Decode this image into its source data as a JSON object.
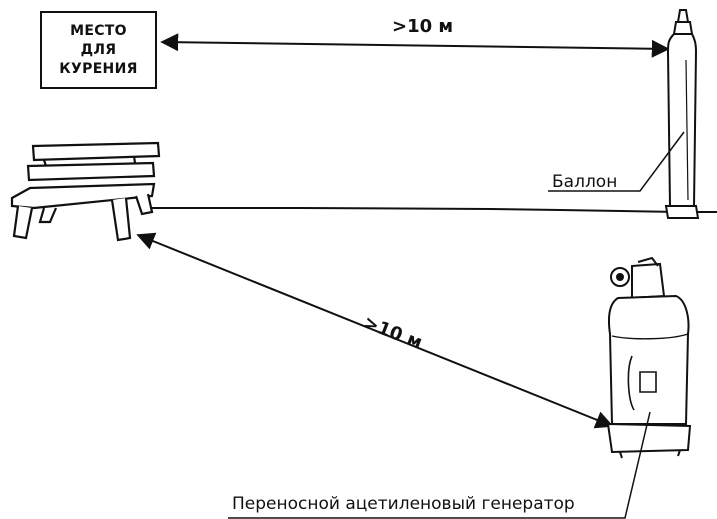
{
  "sign": {
    "lines": [
      "МЕСТО",
      "ДЛЯ",
      "КУРЕНИЯ"
    ]
  },
  "distance_top": ">10 м",
  "distance_diag": ">10 м",
  "labels": {
    "cylinder": "Баллон",
    "generator": "Переносной ацетиленовый генератор"
  },
  "colors": {
    "ink": "#111111",
    "background": "#ffffff"
  }
}
